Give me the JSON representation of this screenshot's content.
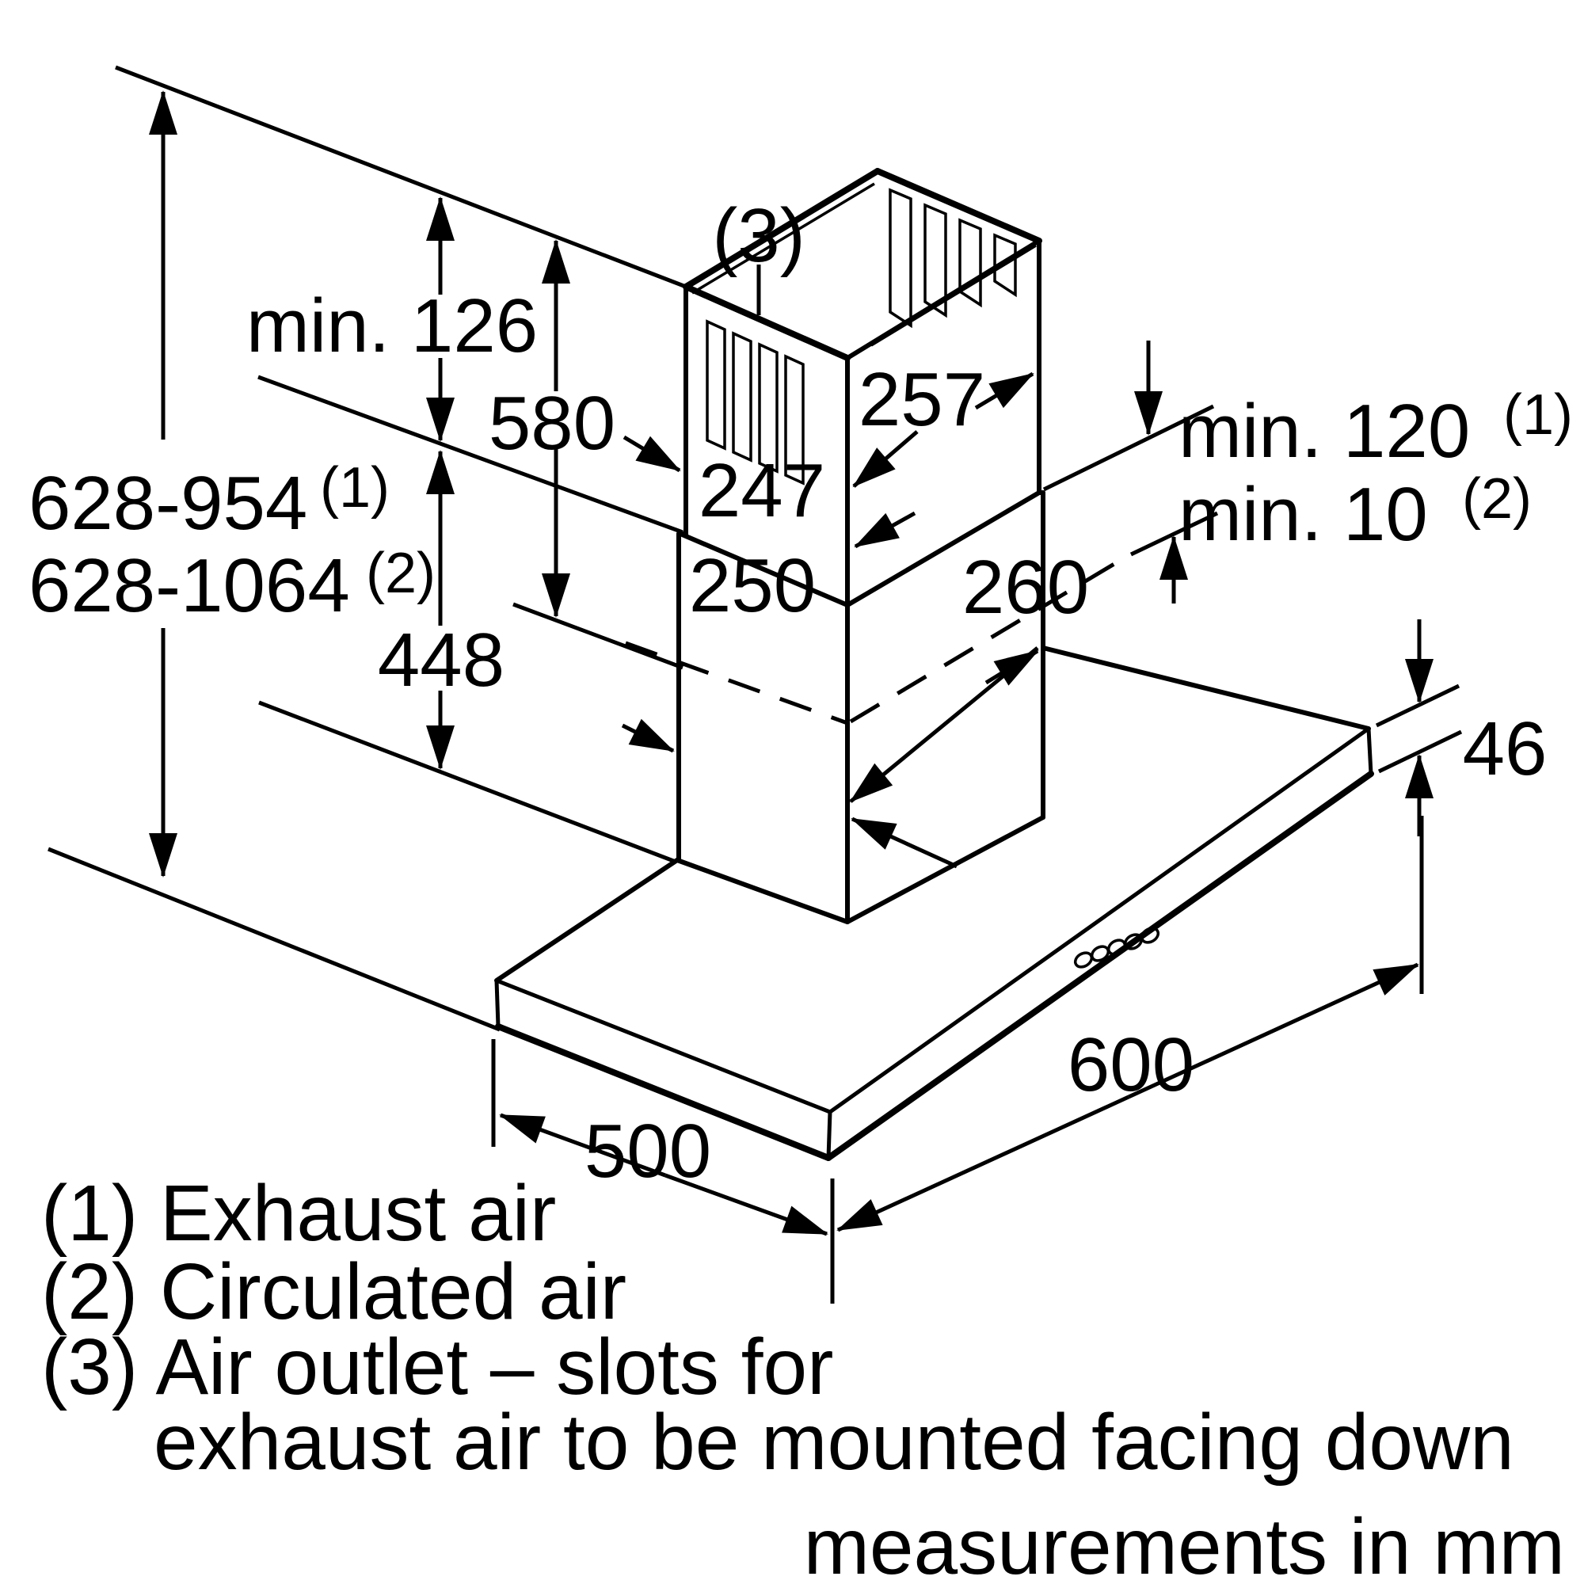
{
  "title": "Chimney hood installation dimension drawing",
  "units_note": "measurements in mm",
  "dims": {
    "min_top_clearance": "min. 126",
    "chimney_height": "580",
    "total_height_exhaust": "628-954",
    "total_height_exhaust_ref": "(1)",
    "total_height_circulated": "628-1064",
    "total_height_circulated_ref": "(2)",
    "lower_section_height": "448",
    "upper_front_width": "247",
    "upper_side_width": "257",
    "lower_front_width": "250",
    "lower_side_width": "260",
    "slots_ref": "(3)",
    "min_overlap_exhaust": "min. 120",
    "min_overlap_exhaust_ref": "(1)",
    "min_overlap_circulated": "min. 10",
    "min_overlap_circulated_ref": "(2)",
    "canopy_thickness": "46",
    "canopy_width": "600",
    "canopy_depth": "500"
  },
  "legend": [
    "(1) Exhaust air",
    "(2) Circulated air",
    "(3) Air outlet – slots for",
    "exhaust air to be mounted facing down"
  ],
  "footer": "measurements in mm",
  "colors": {
    "ink": "#000000",
    "paper": "#ffffff"
  }
}
